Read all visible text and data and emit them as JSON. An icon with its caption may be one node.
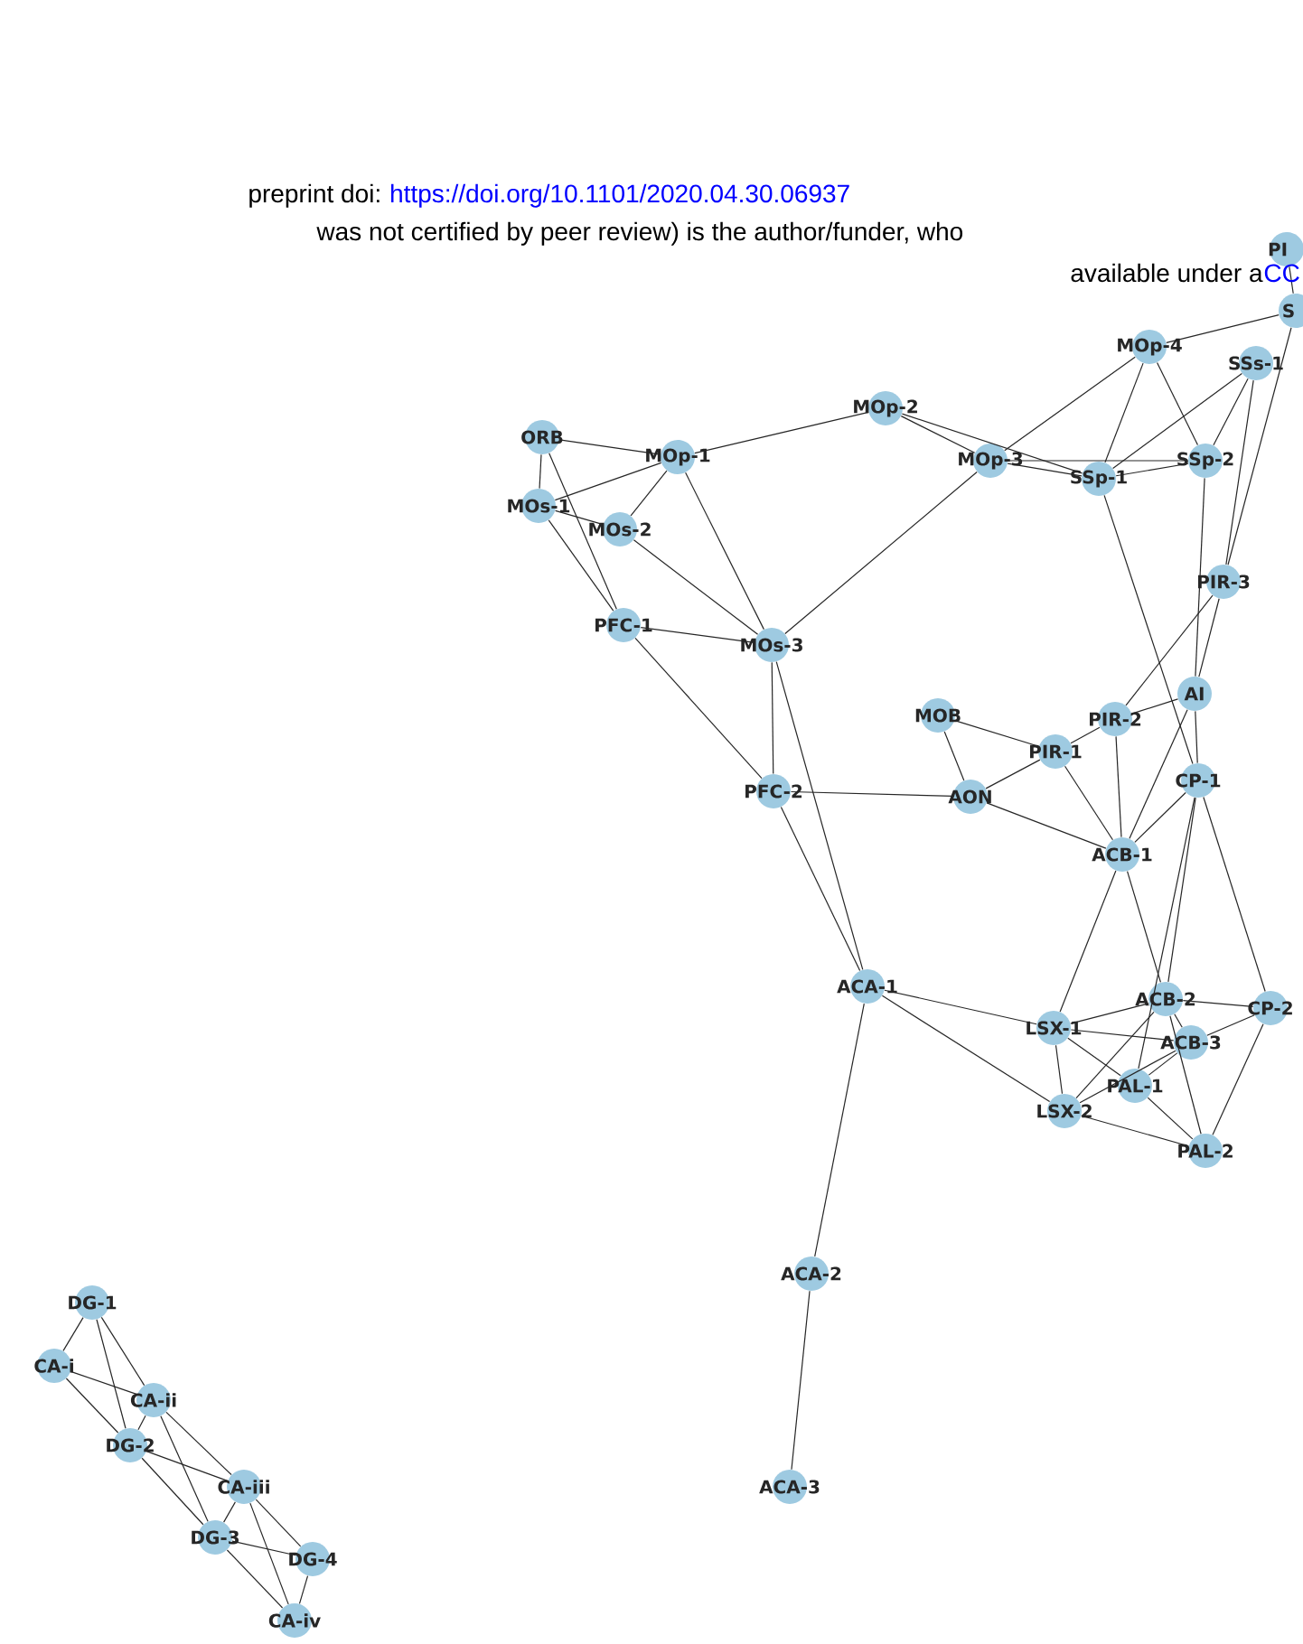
{
  "diagram": {
    "nodes": [
      {
        "text": [
          "ORB"
        ]
      },
      {
        "text": [
          "MOp-1"
        ]
      },
      {
        "text": [
          "MOp-2"
        ]
      },
      {
        "text": [
          "MOp-3"
        ]
      },
      {
        "text": [
          "MOp-4"
        ]
      },
      {
        "text": [
          "SSs-1"
        ]
      },
      {
        "text": [
          "SSp-1"
        ]
      },
      {
        "text": [
          "SSp-2"
        ]
      },
      {
        "text": [
          "MOs-1"
        ]
      },
      {
        "text": [
          "MOs-2"
        ]
      },
      {
        "text": [
          "PFC-1"
        ]
      },
      {
        "text": [
          "MOs-3"
        ]
      },
      {
        "text": [
          "PIR-3"
        ]
      },
      {
        "text": [
          "AI"
        ]
      },
      {
        "text": [
          "PIR-2"
        ]
      },
      {
        "text": [
          "MOB"
        ]
      },
      {
        "text": [
          "PIR-1"
        ]
      },
      {
        "text": [
          "PFC-2"
        ]
      },
      {
        "text": [
          "AON"
        ]
      },
      {
        "text": [
          "CP-1"
        ]
      },
      {
        "text": [
          "ACB-1"
        ]
      },
      {
        "text": [
          "ACA-1"
        ]
      },
      {
        "text": [
          "ACB-2"
        ]
      },
      {
        "text": [
          "CP-2"
        ]
      },
      {
        "text": [
          "LSX-1"
        ]
      },
      {
        "text": [
          "ACB-3"
        ]
      },
      {
        "text": [
          "PAL-1"
        ]
      },
      {
        "text": [
          "LSX-2"
        ]
      },
      {
        "text": [
          "PAL-2"
        ]
      },
      {
        "text": [
          "ACA-2"
        ]
      },
      {
        "text": [
          "ACA-3"
        ]
      },
      {
        "text": [
          "DG-1"
        ]
      },
      {
        "text": [
          "CA-i"
        ]
      },
      {
        "text": [
          "CA-ii"
        ]
      },
      {
        "text": [
          "DG-2"
        ]
      },
      {
        "text": [
          "CA-iii"
        ]
      },
      {
        "text": [
          "DG-3"
        ]
      },
      {
        "text": [
          "DG-4"
        ]
      },
      {
        "text": [
          "CA-iv"
        ]
      },
      {
        "text": [
          "PI"
        ]
      },
      {
        "text": [
          "S"
        ]
      }
    ],
    "edges": [
      {
        "from": 0,
        "to": 1,
        "arrow": "none"
      },
      {
        "from": 0,
        "to": 8,
        "arrow": "none"
      },
      {
        "from": 0,
        "to": 10,
        "arrow": "none"
      },
      {
        "from": 8,
        "to": 1,
        "arrow": "none"
      },
      {
        "from": 8,
        "to": 9,
        "arrow": "none"
      },
      {
        "from": 8,
        "to": 10,
        "arrow": "none"
      },
      {
        "from": 1,
        "to": 9,
        "arrow": "none"
      },
      {
        "from": 1,
        "to": 11,
        "arrow": "none"
      },
      {
        "from": 1,
        "to": 2,
        "arrow": "none"
      },
      {
        "from": 9,
        "to": 11,
        "arrow": "none"
      },
      {
        "from": 10,
        "to": 11,
        "arrow": "none"
      },
      {
        "from": 2,
        "to": 3,
        "arrow": "none"
      },
      {
        "from": 2,
        "to": 6,
        "arrow": "none"
      },
      {
        "from": 3,
        "to": 6,
        "arrow": "none"
      },
      {
        "from": 3,
        "to": 7,
        "arrow": "none"
      },
      {
        "from": 3,
        "to": 11,
        "arrow": "none"
      },
      {
        "from": 3,
        "to": 4,
        "arrow": "none"
      },
      {
        "from": 4,
        "to": 6,
        "arrow": "none"
      },
      {
        "from": 4,
        "to": 7,
        "arrow": "none"
      },
      {
        "from": 4,
        "to": 40,
        "arrow": "none"
      },
      {
        "from": 5,
        "to": 6,
        "arrow": "none"
      },
      {
        "from": 5,
        "to": 7,
        "arrow": "none"
      },
      {
        "from": 6,
        "to": 7,
        "arrow": "none"
      },
      {
        "from": 7,
        "to": 13,
        "arrow": "none"
      },
      {
        "from": 6,
        "to": 19,
        "arrow": "none"
      },
      {
        "from": 40,
        "to": 12,
        "arrow": "none"
      },
      {
        "from": 39,
        "to": 40,
        "arrow": "none"
      },
      {
        "from": 5,
        "to": 12,
        "arrow": "none"
      },
      {
        "from": 12,
        "to": 14,
        "arrow": "none"
      },
      {
        "from": 12,
        "to": 13,
        "arrow": "none"
      },
      {
        "from": 11,
        "to": 17,
        "arrow": "none"
      },
      {
        "from": 11,
        "to": 21,
        "arrow": "none"
      },
      {
        "from": 10,
        "to": 17,
        "arrow": "none"
      },
      {
        "from": 17,
        "to": 21,
        "arrow": "none"
      },
      {
        "from": 17,
        "to": 18,
        "arrow": "none"
      },
      {
        "from": 15,
        "to": 18,
        "arrow": "none"
      },
      {
        "from": 15,
        "to": 16,
        "arrow": "none"
      },
      {
        "from": 18,
        "to": 16,
        "arrow": "none"
      },
      {
        "from": 18,
        "to": 20,
        "arrow": "none"
      },
      {
        "from": 16,
        "to": 14,
        "arrow": "none"
      },
      {
        "from": 16,
        "to": 20,
        "arrow": "none"
      },
      {
        "from": 14,
        "to": 13,
        "arrow": "none"
      },
      {
        "from": 14,
        "to": 20,
        "arrow": "none"
      },
      {
        "from": 13,
        "to": 20,
        "arrow": "none"
      },
      {
        "from": 13,
        "to": 19,
        "arrow": "none"
      },
      {
        "from": 19,
        "to": 20,
        "arrow": "none"
      },
      {
        "from": 19,
        "to": 23,
        "arrow": "none"
      },
      {
        "from": 19,
        "to": 22,
        "arrow": "none"
      },
      {
        "from": 19,
        "to": 26,
        "arrow": "none"
      },
      {
        "from": 20,
        "to": 24,
        "arrow": "none"
      },
      {
        "from": 20,
        "to": 22,
        "arrow": "none"
      },
      {
        "from": 21,
        "to": 24,
        "arrow": "none"
      },
      {
        "from": 21,
        "to": 27,
        "arrow": "none"
      },
      {
        "from": 21,
        "to": 29,
        "arrow": "none"
      },
      {
        "from": 24,
        "to": 22,
        "arrow": "none"
      },
      {
        "from": 24,
        "to": 25,
        "arrow": "none"
      },
      {
        "from": 24,
        "to": 26,
        "arrow": "none"
      },
      {
        "from": 24,
        "to": 27,
        "arrow": "none"
      },
      {
        "from": 27,
        "to": 22,
        "arrow": "none"
      },
      {
        "from": 27,
        "to": 25,
        "arrow": "none"
      },
      {
        "from": 27,
        "to": 28,
        "arrow": "none"
      },
      {
        "from": 26,
        "to": 25,
        "arrow": "none"
      },
      {
        "from": 26,
        "to": 28,
        "arrow": "none"
      },
      {
        "from": 22,
        "to": 23,
        "arrow": "none"
      },
      {
        "from": 22,
        "to": 28,
        "arrow": "none"
      },
      {
        "from": 22,
        "to": 25,
        "arrow": "none"
      },
      {
        "from": 25,
        "to": 23,
        "arrow": "none"
      },
      {
        "from": 23,
        "to": 28,
        "arrow": "none"
      },
      {
        "from": 29,
        "to": 30,
        "arrow": "none"
      },
      {
        "from": 31,
        "to": 32,
        "arrow": "none"
      },
      {
        "from": 31,
        "to": 33,
        "arrow": "none"
      },
      {
        "from": 31,
        "to": 34,
        "arrow": "none"
      },
      {
        "from": 32,
        "to": 33,
        "arrow": "none"
      },
      {
        "from": 32,
        "to": 34,
        "arrow": "none"
      },
      {
        "from": 33,
        "to": 34,
        "arrow": "none"
      },
      {
        "from": 33,
        "to": 35,
        "arrow": "none"
      },
      {
        "from": 33,
        "to": 36,
        "arrow": "none"
      },
      {
        "from": 34,
        "to": 35,
        "arrow": "none"
      },
      {
        "from": 34,
        "to": 36,
        "arrow": "none"
      },
      {
        "from": 35,
        "to": 36,
        "arrow": "none"
      },
      {
        "from": 35,
        "to": 37,
        "arrow": "none"
      },
      {
        "from": 35,
        "to": 38,
        "arrow": "none"
      },
      {
        "from": 36,
        "to": 37,
        "arrow": "none"
      },
      {
        "from": 36,
        "to": 38,
        "arrow": "none"
      },
      {
        "from": 37,
        "to": 38,
        "arrow": "none"
      }
    ],
    "labels": [
      "preprint doi:",
      "https://doi.org/10.1101/2020.04.30.06937",
      "was not certified by peer review) is the author/funder, who",
      "available under a",
      "CC"
    ]
  }
}
